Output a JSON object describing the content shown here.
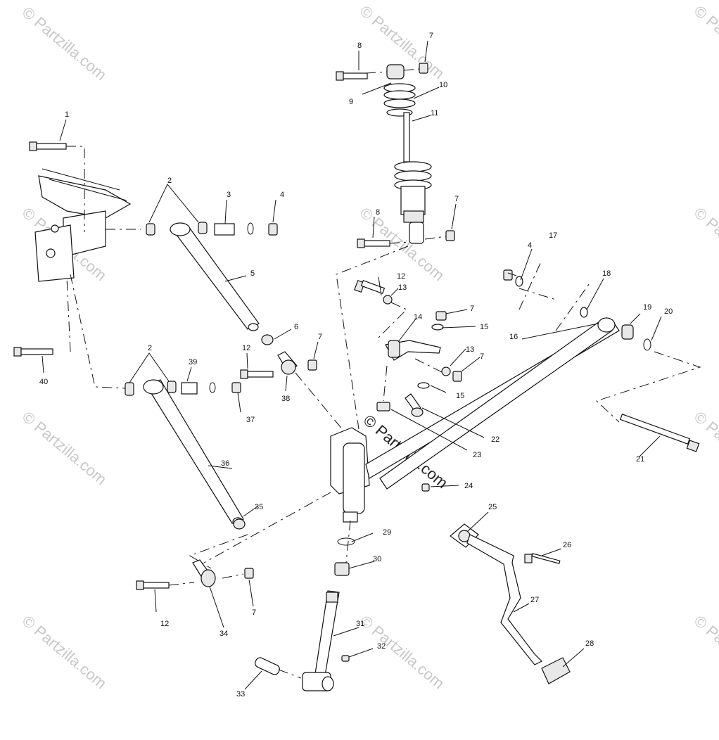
{
  "watermark": "© Partzilla.com",
  "labels": [
    {
      "id": "1",
      "text": "1"
    },
    {
      "id": "2a",
      "text": "2"
    },
    {
      "id": "2b",
      "text": "2"
    },
    {
      "id": "3",
      "text": "3"
    },
    {
      "id": "4a",
      "text": "4"
    },
    {
      "id": "4b",
      "text": "4"
    },
    {
      "id": "5",
      "text": "5"
    },
    {
      "id": "6",
      "text": "6"
    },
    {
      "id": "7a",
      "text": "7"
    },
    {
      "id": "7b",
      "text": "7"
    },
    {
      "id": "7c",
      "text": "7"
    },
    {
      "id": "7d",
      "text": "7"
    },
    {
      "id": "7e",
      "text": "7"
    },
    {
      "id": "7f",
      "text": "7"
    },
    {
      "id": "8a",
      "text": "8"
    },
    {
      "id": "8b",
      "text": "8"
    },
    {
      "id": "9",
      "text": "9"
    },
    {
      "id": "10",
      "text": "10"
    },
    {
      "id": "11",
      "text": "11"
    },
    {
      "id": "12a",
      "text": "12"
    },
    {
      "id": "12b",
      "text": "12"
    },
    {
      "id": "12c",
      "text": "12"
    },
    {
      "id": "13a",
      "text": "13"
    },
    {
      "id": "13b",
      "text": "13"
    },
    {
      "id": "14",
      "text": "14"
    },
    {
      "id": "15a",
      "text": "15"
    },
    {
      "id": "15b",
      "text": "15"
    },
    {
      "id": "16",
      "text": "16"
    },
    {
      "id": "17",
      "text": "17"
    },
    {
      "id": "18",
      "text": "18"
    },
    {
      "id": "19",
      "text": "19"
    },
    {
      "id": "20",
      "text": "20"
    },
    {
      "id": "21",
      "text": "21"
    },
    {
      "id": "22",
      "text": "22"
    },
    {
      "id": "23",
      "text": "23"
    },
    {
      "id": "24",
      "text": "24"
    },
    {
      "id": "25",
      "text": "25"
    },
    {
      "id": "26",
      "text": "26"
    },
    {
      "id": "27",
      "text": "27"
    },
    {
      "id": "28",
      "text": "28"
    },
    {
      "id": "29",
      "text": "29"
    },
    {
      "id": "30",
      "text": "30"
    },
    {
      "id": "31",
      "text": "31"
    },
    {
      "id": "32",
      "text": "32"
    },
    {
      "id": "33",
      "text": "33"
    },
    {
      "id": "34",
      "text": "34"
    },
    {
      "id": "35",
      "text": "35"
    },
    {
      "id": "36",
      "text": "36"
    },
    {
      "id": "37",
      "text": "37"
    },
    {
      "id": "38",
      "text": "38"
    },
    {
      "id": "39",
      "text": "39"
    },
    {
      "id": "40",
      "text": "40"
    }
  ]
}
